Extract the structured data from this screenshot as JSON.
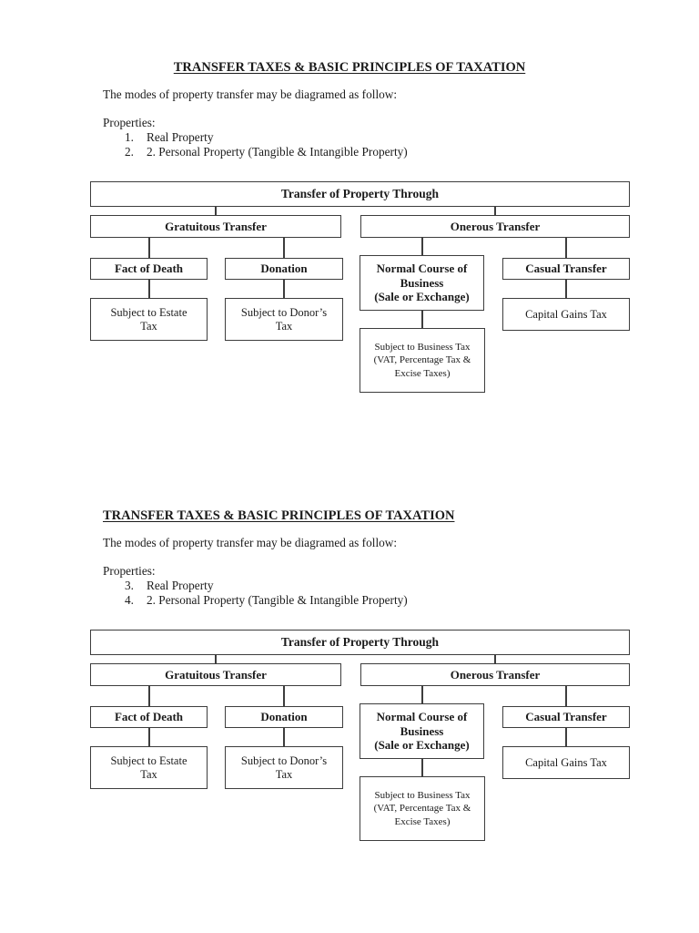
{
  "document": {
    "sections": [
      {
        "title": "TRANSFER TAXES & BASIC PRINCIPLES OF TAXATION",
        "intro": "The modes of property transfer may be diagramed as follow:",
        "properties_label": "Properties:",
        "list": [
          {
            "num": "1.",
            "text": "Real Property"
          },
          {
            "num": "2.",
            "text": "2. Personal Property (Tangible & Intangible Property)"
          }
        ]
      },
      {
        "title": "TRANSFER TAXES & BASIC PRINCIPLES OF TAXATION",
        "intro": "The modes of property transfer may be diagramed as follow:",
        "properties_label": "Properties:",
        "list": [
          {
            "num": "3.",
            "text": "Real Property"
          },
          {
            "num": "4.",
            "text": "2. Personal Property (Tangible & Intangible Property)"
          }
        ]
      }
    ],
    "diagram": {
      "root": "Transfer of Property Through",
      "gratuitous": "Gratuitous Transfer",
      "onerous": "Onerous Transfer",
      "fact_of_death": "Fact of Death",
      "donation": "Donation",
      "normal_course": "Normal Course of Business",
      "normal_course_sub": "(Sale or Exchange)",
      "casual": "Casual Transfer",
      "estate": "Subject to Estate Tax",
      "donor": "Subject to Donor’s Tax",
      "business": "Subject to Business Tax",
      "business_sub": "(VAT, Percentage Tax & Excise Taxes)",
      "capital": "Capital Gains Tax"
    },
    "colors": {
      "border": "#3d3d3d",
      "text": "#1b1b1b",
      "background": "#ffffff"
    }
  }
}
